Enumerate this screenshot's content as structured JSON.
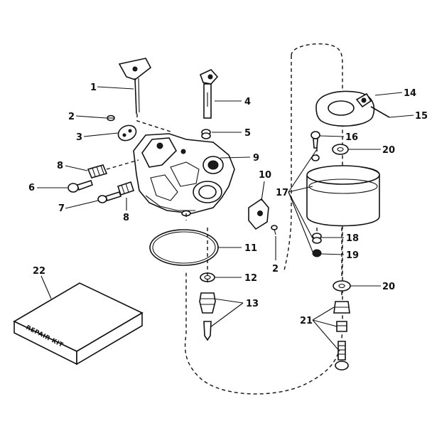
{
  "diagram": {
    "callouts": [
      "1",
      "2",
      "3",
      "4",
      "5",
      "6",
      "7",
      "8",
      "8",
      "9",
      "10",
      "11",
      "2",
      "12",
      "13",
      "14",
      "15",
      "16",
      "17",
      "18",
      "19",
      "20",
      "20",
      "21",
      "22"
    ],
    "kit_label": "REPAIR KIT"
  }
}
